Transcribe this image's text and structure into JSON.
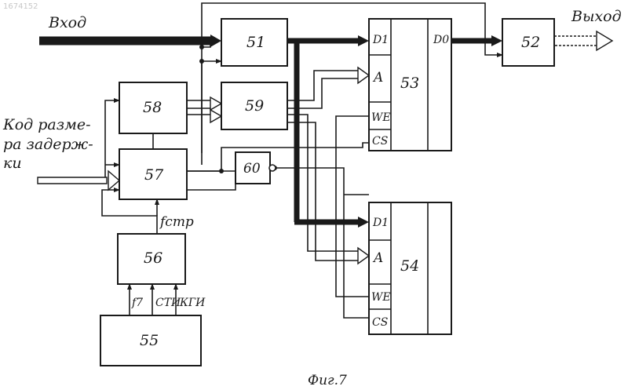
{
  "stamp": "1674152",
  "io": {
    "input": "Вход",
    "output": "Выход",
    "delay_code": [
      "Код разме-",
      "ра задерж-",
      "ки"
    ]
  },
  "blocks": {
    "b51": "51",
    "b52": "52",
    "b53": "53",
    "b54": "54",
    "b55": "55",
    "b56": "56",
    "b57": "57",
    "b58": "58",
    "b59": "59",
    "b60": "60"
  },
  "ports": {
    "m53_di": "D1",
    "m53_a": "A",
    "m53_we": "WE",
    "m53_cs": "CS",
    "m53_do": "D0",
    "m54_di": "D1",
    "m54_a": "A",
    "m54_we": "WE",
    "m54_cs": "CS"
  },
  "signals": {
    "fstr": "fстр",
    "f7": "f7",
    "sti": "СТИ",
    "kgi": "КГИ"
  },
  "caption": "Фиг.7",
  "colors": {
    "ink": "#1a1a1a",
    "paper": "#ffffff"
  }
}
